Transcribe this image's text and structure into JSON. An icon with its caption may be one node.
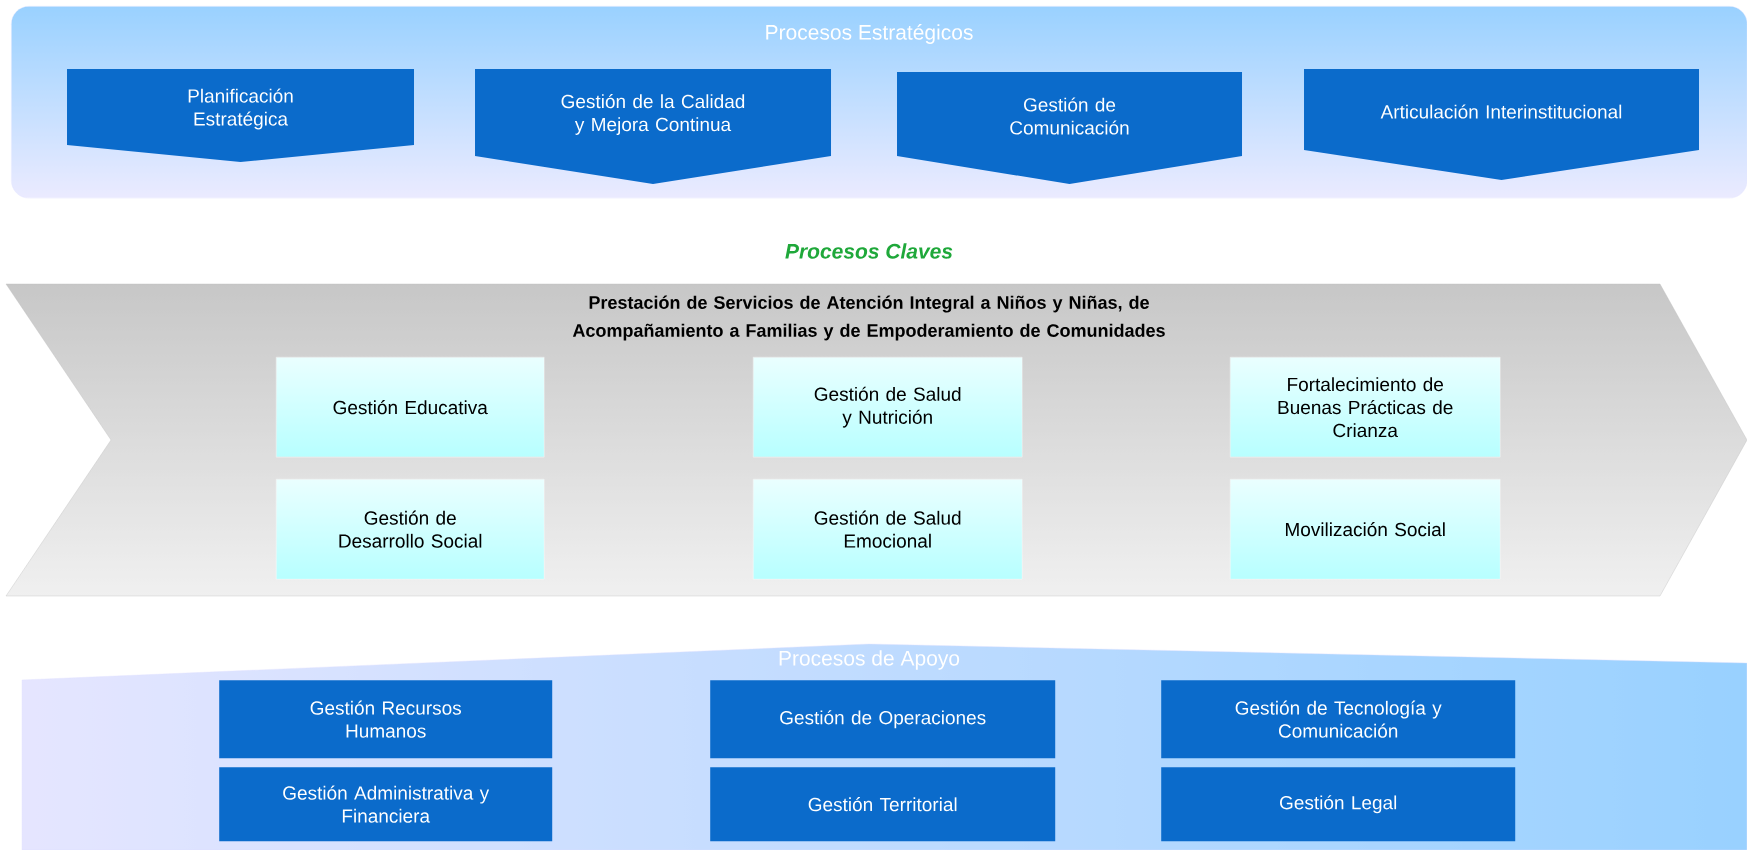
{
  "diagram": {
    "nodes": [
      {
        "text": [
          "Procesos Estratégicos"
        ]
      },
      {
        "text": [
          "Planificación Estratégica"
        ],
        "in": 0
      },
      {
        "text": [
          "Gestión de la Calidad y Mejora Continua"
        ],
        "in": 0
      },
      {
        "text": [
          "Gestión de Comunicación"
        ],
        "in": 0
      },
      {
        "text": [
          "Articulación Interinstitucional"
        ],
        "in": 0
      },
      {
        "text": [
          "Procesos Claves",
          "Prestación de Servicios de Atención Integral a Niños y Niñas, de Acompañamiento a Familias y de Empoderamiento de Comunidades"
        ]
      },
      {
        "text": [
          "Gestión Educativa"
        ],
        "in": 5
      },
      {
        "text": [
          "Gestión de Salud y Nutrición"
        ],
        "in": 5
      },
      {
        "text": [
          "Fortalecimiento de Buenas Prácticas de Crianza"
        ],
        "in": 5
      },
      {
        "text": [
          "Gestión de Desarrollo Social"
        ],
        "in": 5
      },
      {
        "text": [
          "Gestión de Salud Emocional"
        ],
        "in": 5
      },
      {
        "text": [
          "Movilización Social"
        ],
        "in": 5
      },
      {
        "text": [
          "Procesos de Apoyo"
        ]
      },
      {
        "text": [
          "Gestión Recursos Humanos"
        ],
        "in": 12
      },
      {
        "text": [
          "Gestión de Operaciones"
        ],
        "in": 12
      },
      {
        "text": [
          "Gestión de Tecnología y Comunicación"
        ],
        "in": 12
      },
      {
        "text": [
          "Gestión Administrativa y Financiera"
        ],
        "in": 12
      },
      {
        "text": [
          "Gestión Territorial"
        ],
        "in": 12
      },
      {
        "text": [
          "Gestión Legal"
        ],
        "in": 12
      }
    ]
  }
}
